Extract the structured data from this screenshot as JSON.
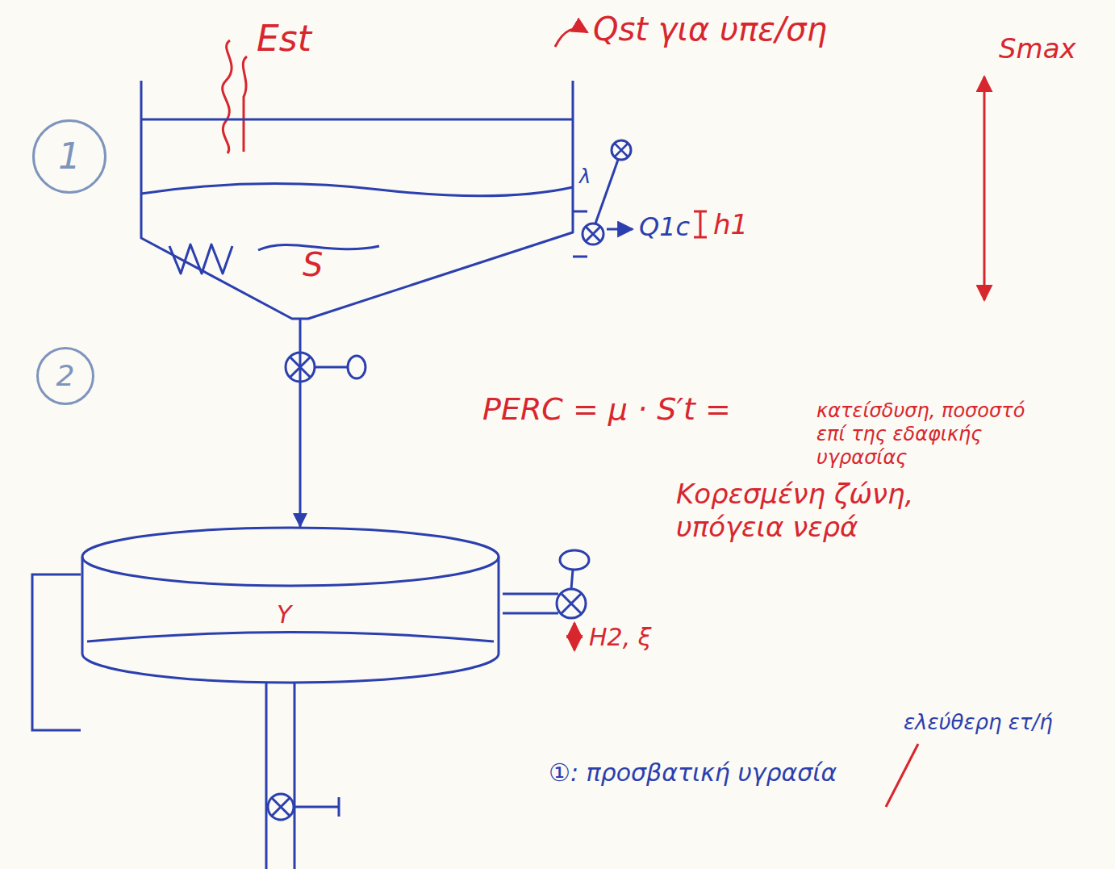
{
  "diagram": {
    "nodes": [
      {
        "text": [
          "1"
        ]
      },
      {
        "text": [
          "S"
        ]
      },
      {
        "text": [
          "2"
        ]
      },
      {
        "text": [
          "Y"
        ]
      }
    ],
    "edges": [
      {
        "from": 1,
        "to": 3,
        "arrow": "to"
      }
    ],
    "labels": [
      "Est",
      "Qst για υπε/ση",
      "Smax",
      "λ",
      "Q1c",
      "h1",
      "PERC = μ · S′t =",
      "κατείσδυση, ποσοστό επί της εδαφικής υγρασίας",
      "Κορεσμένη ζώνη, υπόγεια νερά",
      "H2, ξ",
      "①: προσβατική υγρασία",
      "ελεύθερη ετ/ή"
    ]
  }
}
